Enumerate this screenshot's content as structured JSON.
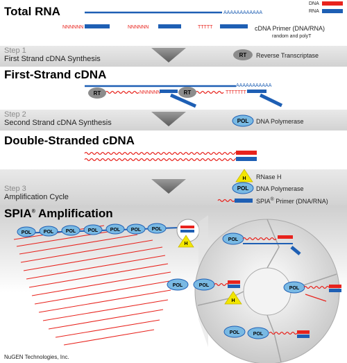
{
  "legend": {
    "dna": "DNA",
    "rna": "RNA"
  },
  "colors": {
    "dna_red": "#e8231d",
    "rna_blue": "#1e5fb4",
    "pol_blue": "#79b9e3",
    "rt_grey": "#8c8c8c",
    "h_yellow": "#f2e600"
  },
  "total_rna": {
    "title": "Total RNA",
    "tail": "AAAAAAAAAAAA",
    "random_primer_tag": "NNNNNN",
    "polyt_tag": "TTTTT",
    "primer_label": "cDNA Primer (DNA/RNA)",
    "primer_sublabel": "random and polyT"
  },
  "step1": {
    "step": "Step 1",
    "desc": "First Strand cDNA Synthesis",
    "enzyme_badge": "RT",
    "enzyme_label": "Reverse Transcriptase"
  },
  "first_strand": {
    "title": "First-Strand cDNA",
    "badge": "RT",
    "random_tag": "NNNNNN",
    "tail": "AAAAAAAAAAA",
    "polyt_tag": "TTTTTTT"
  },
  "step2": {
    "step": "Step 2",
    "desc": "Second Strand cDNA Synthesis",
    "enzyme_badge": "POL",
    "enzyme_label": "DNA Polymerase"
  },
  "double_stranded": {
    "title": "Double-Stranded cDNA"
  },
  "step3": {
    "step": "Step 3",
    "desc": "Amplification Cycle",
    "rnase_badge": "H",
    "rnase_label": "RNase H",
    "pol_badge": "POL",
    "pol_label": "DNA Polymerase",
    "primer_label": "SPIA",
    "primer_mark": "®",
    "primer_label_suffix": "Primer (DNA/RNA)"
  },
  "spia": {
    "title": "SPIA",
    "mark": "®",
    "title_suffix": "Amplification",
    "pol_badge": "POL",
    "h_badge": "H"
  },
  "footer": {
    "credit": "NuGEN Technologies, Inc."
  }
}
